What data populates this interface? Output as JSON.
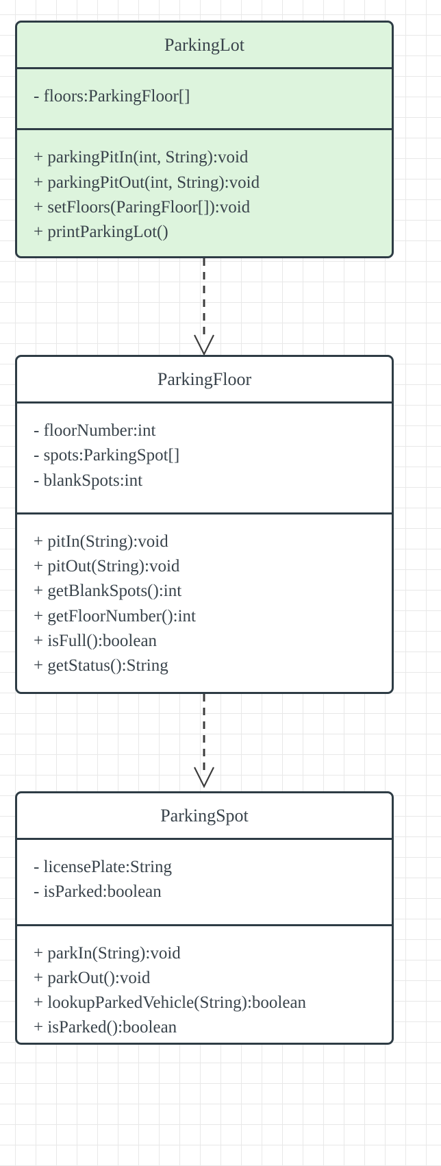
{
  "diagram": {
    "type": "uml-class-diagram",
    "background": "grid",
    "grid_color": "#e8e8e8",
    "border_color": "#2e3c45",
    "text_color": "#39434b",
    "accent_fill": "#ddf4dd"
  },
  "classes": [
    {
      "id": "parking-lot",
      "name": "ParkingLot",
      "highlighted": true,
      "attributes": [
        "- floors:ParkingFloor[]"
      ],
      "methods": [
        "+ parkingPitIn(int, String):void",
        "+ parkingPitOut(int, String):void",
        "+ setFloors(ParingFloor[]):void",
        "+ printParkingLot()"
      ]
    },
    {
      "id": "parking-floor",
      "name": "ParkingFloor",
      "highlighted": false,
      "attributes": [
        "- floorNumber:int",
        "- spots:ParkingSpot[]",
        "- blankSpots:int"
      ],
      "methods": [
        "+ pitIn(String):void",
        "+ pitOut(String):void",
        "+ getBlankSpots():int",
        "+ getFloorNumber():int",
        "+ isFull():boolean",
        "+ getStatus():String"
      ]
    },
    {
      "id": "parking-spot",
      "name": "ParkingSpot",
      "highlighted": false,
      "attributes": [
        "- licensePlate:String",
        "- isParked:boolean"
      ],
      "methods": [
        "+ parkIn(String):void",
        "+ parkOut():void",
        "+ lookupParkedVehicle(String):boolean",
        "+ isParked():boolean"
      ]
    }
  ],
  "relationships": [
    {
      "id": "rel-lot-floor",
      "from": "ParkingLot",
      "to": "ParkingFloor",
      "style": "dashed",
      "arrowhead": "open"
    },
    {
      "id": "rel-floor-spot",
      "from": "ParkingFloor",
      "to": "ParkingSpot",
      "style": "dashed",
      "arrowhead": "open"
    }
  ]
}
